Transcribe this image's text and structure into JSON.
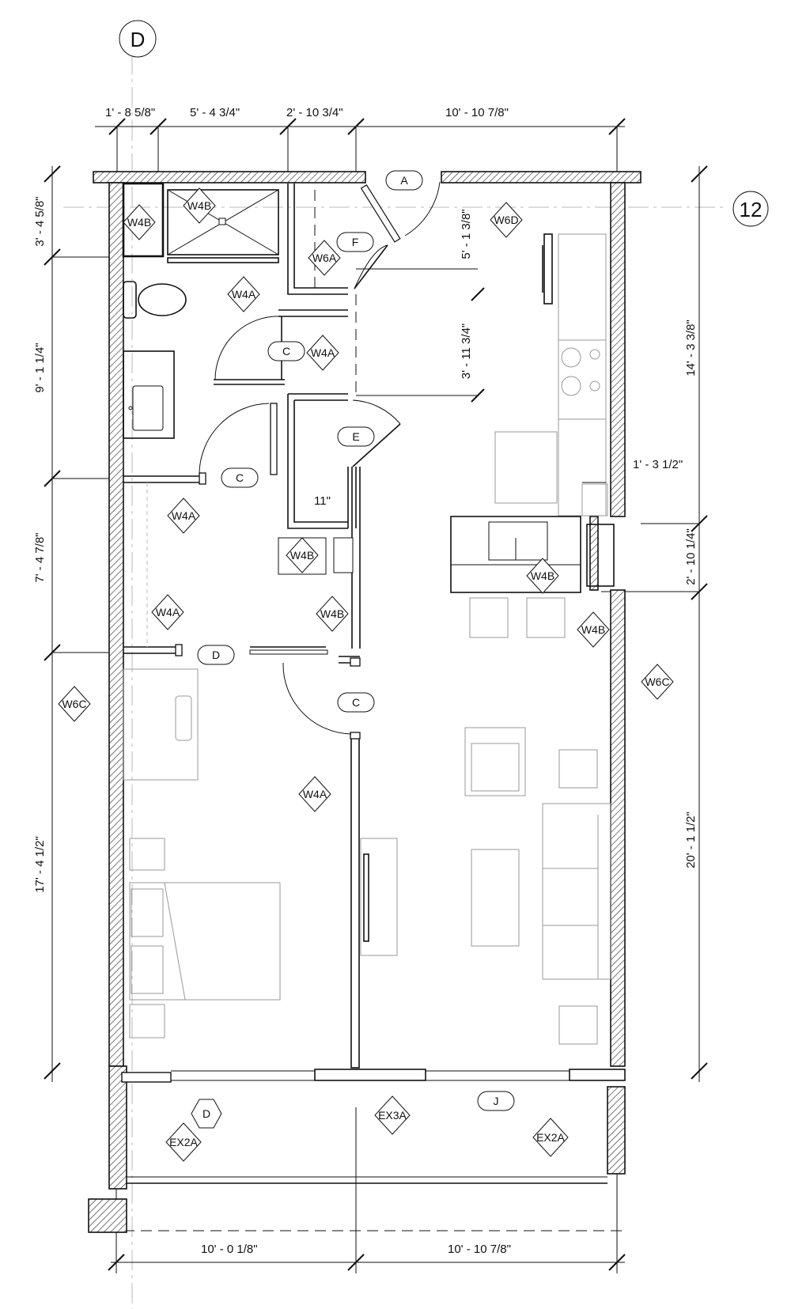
{
  "grid_labels": {
    "column": "D",
    "row": "12"
  },
  "dimensions": {
    "top": [
      "1' - 8 5/8\"",
      "5' - 4 3/4\"",
      "2' - 10 3/4\"",
      "10' - 10 7/8\""
    ],
    "left": [
      "3' - 4 5/8\"",
      "9' - 1 1/4\"",
      "7' - 4 7/8\"",
      "17' - 4 1/2\""
    ],
    "right": [
      "14' - 3 3/8\"",
      "2' - 10 1/4\"",
      "20' - 1 1/2\""
    ],
    "bottom": [
      "10' - 0 1/8\"",
      "10' - 10 7/8\""
    ],
    "interior": {
      "kitchen_upper": "5' - 1 3/8\"",
      "kitchen_lower": "3' - 11 3/4\"",
      "closet_gap": "11\"",
      "wall_offset": "1' - 3 1/2\""
    }
  },
  "wall_tags": {
    "w4b_shower_stall": "W4B",
    "w4b_shower": "W4B",
    "w6d": "W6D",
    "w6a": "W6A",
    "w4a_entry": "W4A",
    "w4a_corridor": "W4A",
    "w4a_bath": "W4A",
    "w4b_closet": "W4B",
    "w4b_island": "W4B",
    "w4a_bedroom_top": "W4A",
    "w4b_laundry": "W4B",
    "w4b_right": "W4B",
    "w6c_right": "W6C",
    "w6c_left": "W6C",
    "w4a_bedroom": "W4A",
    "ex3a": "EX3A",
    "ex2a_left": "EX2A",
    "ex2a_right": "EX2A"
  },
  "door_tags": {
    "entry": "A",
    "coat_closet": "F",
    "bath": "C",
    "bedroom_closet": "C",
    "utility": "E",
    "laundry": "D",
    "bedroom": "C"
  },
  "window_tags": {
    "bedroom": "D",
    "living": "J"
  }
}
